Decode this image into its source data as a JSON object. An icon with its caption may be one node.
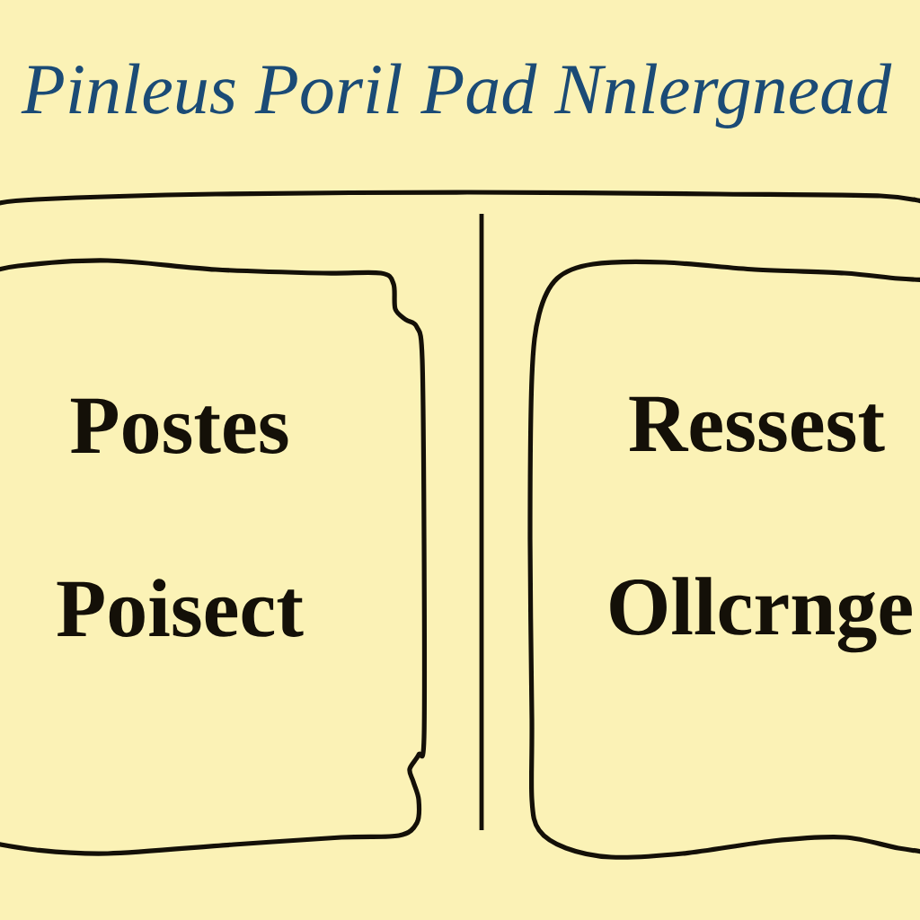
{
  "diagram": {
    "title": "Pinleus Poril Pad Nnlergnead",
    "nodes": [
      {
        "text": [
          "Postes",
          "Poisect"
        ]
      },
      {
        "text": [
          "Ressest",
          "Ollcrnge"
        ]
      }
    ]
  }
}
